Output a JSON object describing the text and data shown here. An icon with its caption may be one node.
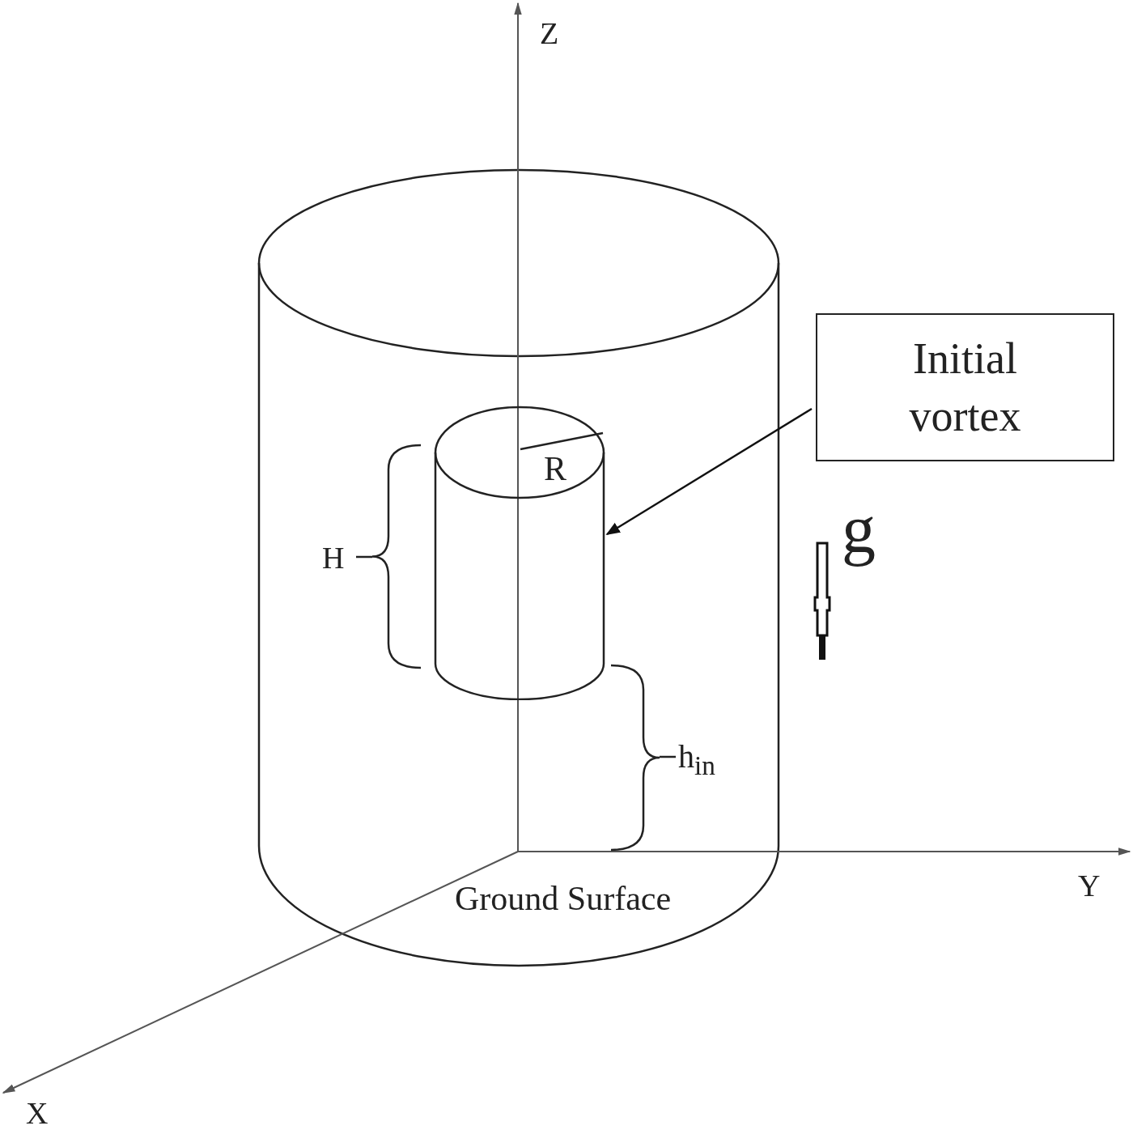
{
  "diagram": {
    "nodes": [
      {
        "text": [
          "Initial vortex"
        ]
      },
      {
        "text": [],
        "shape": "cylinder"
      }
    ],
    "edges": [
      {
        "from": 0,
        "to": 1,
        "arrow": "to"
      }
    ],
    "labels": [
      "Z",
      "R",
      "H",
      "g",
      "h$_{in}$",
      "Y",
      "Ground Surface",
      "X"
    ]
  }
}
